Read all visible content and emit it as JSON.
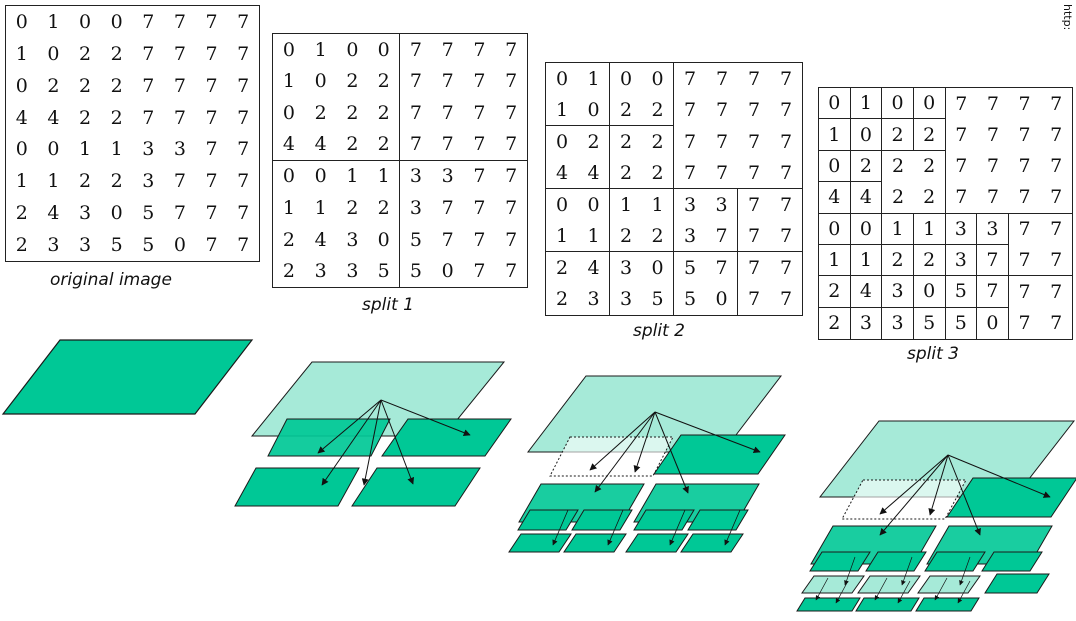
{
  "figure": {
    "captions": {
      "original": "original image",
      "split1": "split 1",
      "split2": "split 2",
      "split3": "split 3"
    },
    "url_fragment": "http:",
    "colors": {
      "leaf": "#00c896",
      "parent": "#a6ead8",
      "stroke": "#1a1a1a"
    },
    "matrix": [
      [
        "0",
        "1",
        "0",
        "0",
        "7",
        "7",
        "7",
        "7"
      ],
      [
        "1",
        "0",
        "2",
        "2",
        "7",
        "7",
        "7",
        "7"
      ],
      [
        "0",
        "2",
        "2",
        "2",
        "7",
        "7",
        "7",
        "7"
      ],
      [
        "4",
        "4",
        "2",
        "2",
        "7",
        "7",
        "7",
        "7"
      ],
      [
        "0",
        "0",
        "1",
        "1",
        "3",
        "3",
        "7",
        "7"
      ],
      [
        "1",
        "1",
        "2",
        "2",
        "3",
        "7",
        "7",
        "7"
      ],
      [
        "2",
        "4",
        "3",
        "0",
        "5",
        "7",
        "7",
        "7"
      ],
      [
        "2",
        "3",
        "3",
        "5",
        "5",
        "0",
        "7",
        "7"
      ]
    ]
  }
}
